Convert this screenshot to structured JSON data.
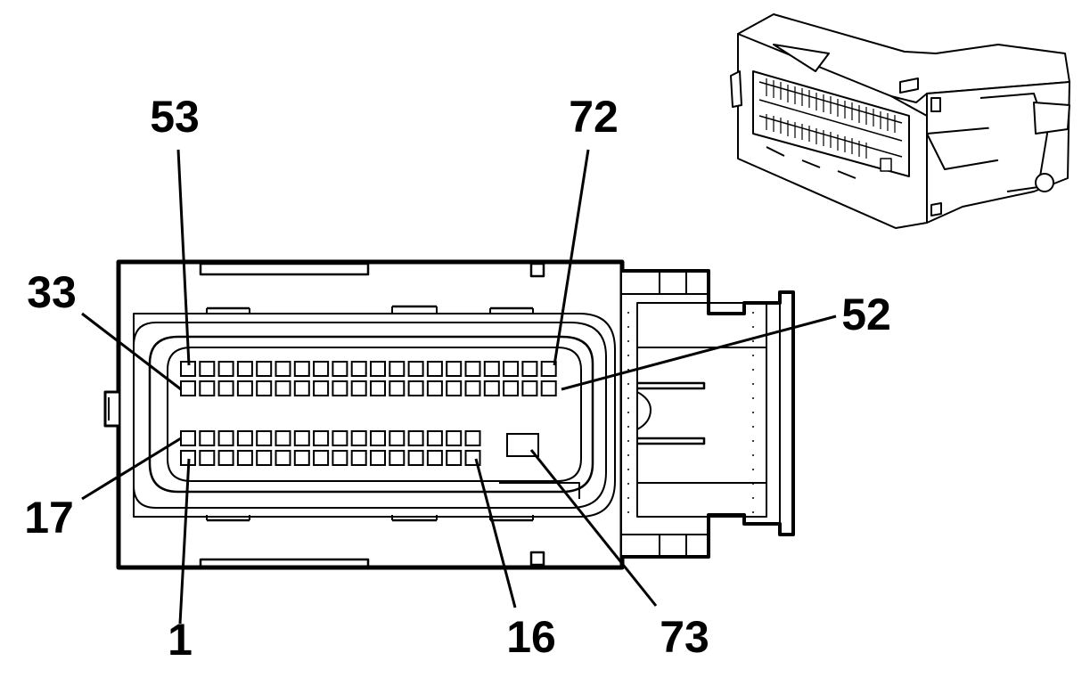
{
  "diagram": {
    "callouts": {
      "pin_53": "53",
      "pin_72": "72",
      "pin_33": "33",
      "pin_52": "52",
      "pin_17": "17",
      "pin_1": "1",
      "pin_16": "16",
      "pin_73": "73"
    },
    "rows": {
      "upper_outer_count": 20,
      "upper_inner_count": 20,
      "lower_inner_count": 16,
      "lower_outer_count": 16
    }
  }
}
